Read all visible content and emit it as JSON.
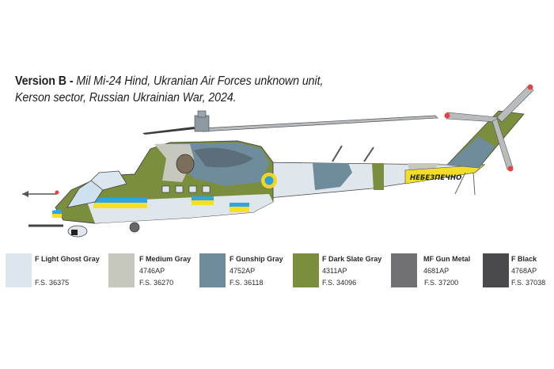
{
  "caption": {
    "version_label": "Version B -",
    "line1": " Mil Mi-24 Hind, Ukranian Air Forces unknown unit,",
    "line2": "Kerson sector, Russian Ukrainian War, 2024."
  },
  "aircraft": {
    "tail_text": "НЕБЕЗПЕЧНО",
    "roundel_outer": "#f2d71c",
    "roundel_inner": "#2c9fe0",
    "flag_blue": "#2ea6e6",
    "flag_yellow": "#f7e01e"
  },
  "paints": [
    {
      "name": "F Light Ghost Gray",
      "code": "",
      "fs": "F.S. 36375",
      "color": "#dbe6ee"
    },
    {
      "name": "F Medium Gray",
      "code": "4746AP",
      "fs": "F.S. 36270",
      "color": "#c6c8be"
    },
    {
      "name": "F Gunship Gray",
      "code": "4752AP",
      "fs": "F.S. 36118",
      "color": "#6e8c9c"
    },
    {
      "name": "F Dark Slate Gray",
      "code": "4311AP",
      "fs": "F.S. 34096",
      "color": "#7a8e3e"
    },
    {
      "name": "MF Gun Metal",
      "code": "4681AP",
      "fs": "F.S. 37200",
      "color": "#717173"
    },
    {
      "name": "F Black",
      "code": "4768AP",
      "fs": "F.S. 37038",
      "color": "#4a4a4c"
    }
  ]
}
